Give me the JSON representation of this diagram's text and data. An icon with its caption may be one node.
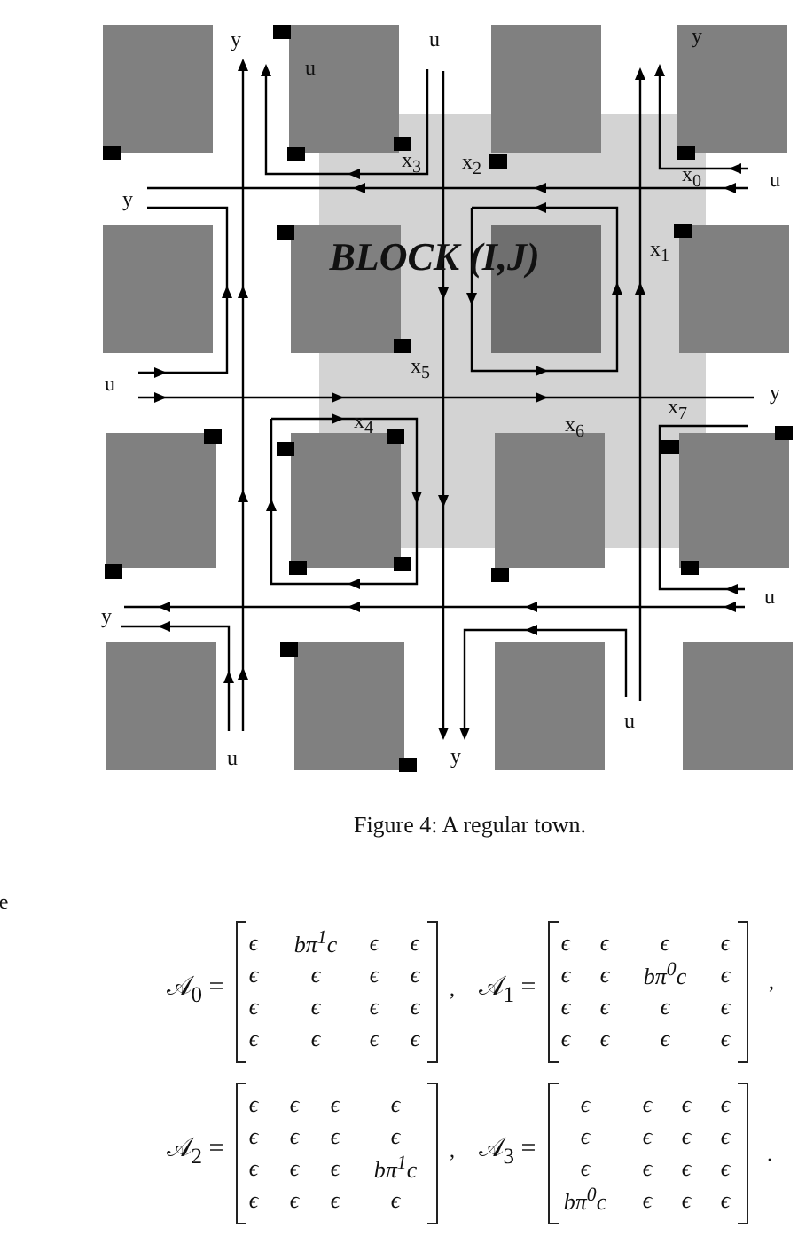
{
  "diagram": {
    "caption": "Figure 4: A regular town.",
    "labels": [
      "y",
      "u",
      "y",
      "u",
      "x$_{3}$",
      "x$_{2}$",
      "x$_{0}$",
      "u",
      "y",
      "BLOCK (I,J)",
      "x$_{1}$",
      "x$_{5}$",
      "u",
      "y",
      "x$_{7}$",
      "x$_{4}$",
      "x$_{6}$",
      "u",
      "y",
      "u",
      "u",
      "y",
      "e",
      "𝒜$_{0}$ =",
      "ϵ",
      "*bπ*$^{1}$*c*",
      "ϵ",
      "ϵ",
      "ϵ",
      "ϵ",
      "ϵ",
      "ϵ",
      "ϵ",
      "ϵ",
      "ϵ",
      "ϵ",
      "ϵ",
      "ϵ",
      "ϵ",
      "ϵ",
      ",",
      "𝒜$_{1}$ =",
      "ϵ",
      "ϵ",
      "ϵ",
      "ϵ",
      "ϵ",
      "ϵ",
      "*bπ*$^{0}$*c*",
      "ϵ",
      "ϵ",
      "ϵ",
      "ϵ",
      "ϵ",
      "ϵ",
      "ϵ",
      "ϵ",
      "ϵ",
      ",",
      "𝒜$_{2}$ =",
      "ϵ",
      "ϵ",
      "ϵ",
      "ϵ",
      "ϵ",
      "ϵ",
      "ϵ",
      "ϵ",
      "ϵ",
      "ϵ",
      "ϵ",
      "*bπ*$^{1}$*c*",
      "ϵ",
      "ϵ",
      "ϵ",
      "ϵ",
      ",",
      "𝒜$_{3}$ =",
      "ϵ",
      "ϵ",
      "ϵ",
      "ϵ",
      "ϵ",
      "ϵ",
      "ϵ",
      "ϵ",
      "ϵ",
      "ϵ",
      "ϵ",
      "ϵ",
      "*bπ*$^{0}$*c*",
      "ϵ",
      "ϵ",
      "ϵ",
      "."
    ]
  }
}
